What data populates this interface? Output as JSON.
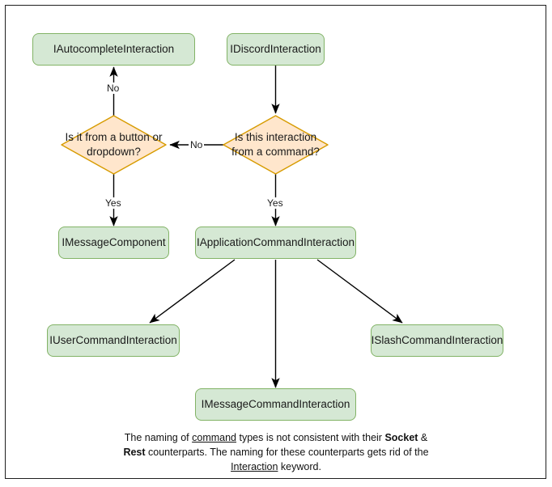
{
  "diagram": {
    "title": "Discord interaction type hierarchy flowchart",
    "colors": {
      "node_fill": "#d5e8d4",
      "node_stroke": "#82b366",
      "decision_fill": "#ffe6cc",
      "decision_stroke": "#d79b00",
      "edge_stroke": "#000000",
      "frame_stroke": "#1f1f1f",
      "text": "#1a1a1a"
    },
    "nodes": [
      {
        "id": "autocomplete",
        "label": "IAutocompleteInteraction",
        "shape": "rounded-rect"
      },
      {
        "id": "discord",
        "label": "IDiscordInteraction",
        "shape": "rounded-rect"
      },
      {
        "id": "decision_button",
        "label": "Is it from a button or dropdown?",
        "shape": "diamond"
      },
      {
        "id": "decision_command",
        "label": "Is this interaction from a command?",
        "shape": "diamond"
      },
      {
        "id": "message_component",
        "label": "IMessageComponent",
        "shape": "rounded-rect"
      },
      {
        "id": "application_command",
        "label": "IApplicationCommandInteraction",
        "shape": "rounded-rect"
      },
      {
        "id": "user_command",
        "label": "IUserCommandInteraction",
        "shape": "rounded-rect"
      },
      {
        "id": "slash_command",
        "label": "ISlashCommandInteraction",
        "shape": "rounded-rect"
      },
      {
        "id": "message_command",
        "label": "IMessageCommandInteraction",
        "shape": "rounded-rect"
      }
    ],
    "edges": [
      {
        "from": "discord",
        "to": "decision_command",
        "label": ""
      },
      {
        "from": "decision_command",
        "to": "decision_button",
        "label": "No"
      },
      {
        "from": "decision_command",
        "to": "application_command",
        "label": "Yes"
      },
      {
        "from": "decision_button",
        "to": "autocomplete",
        "label": "No"
      },
      {
        "from": "decision_button",
        "to": "message_component",
        "label": "Yes"
      },
      {
        "from": "application_command",
        "to": "user_command",
        "label": ""
      },
      {
        "from": "application_command",
        "to": "message_command",
        "label": ""
      },
      {
        "from": "application_command",
        "to": "slash_command",
        "label": ""
      }
    ],
    "edge_labels": {
      "no_to_autocomplete": "No",
      "no_to_button_decision": "No",
      "yes_to_message_component": "Yes",
      "yes_to_application_command": "Yes"
    },
    "caption": {
      "line1_a": "The naming of ",
      "line1_underline": "command",
      "line1_b": " types is not consistent with their",
      "line2_bold1": "Socket",
      "line2_amp": " & ",
      "line2_bold2": "Rest",
      "line2_rest": " counterparts. The naming for these",
      "line3_a": "counterparts gets rid of the ",
      "line3_underline": "Interaction",
      "line3_b": " keyword."
    }
  }
}
